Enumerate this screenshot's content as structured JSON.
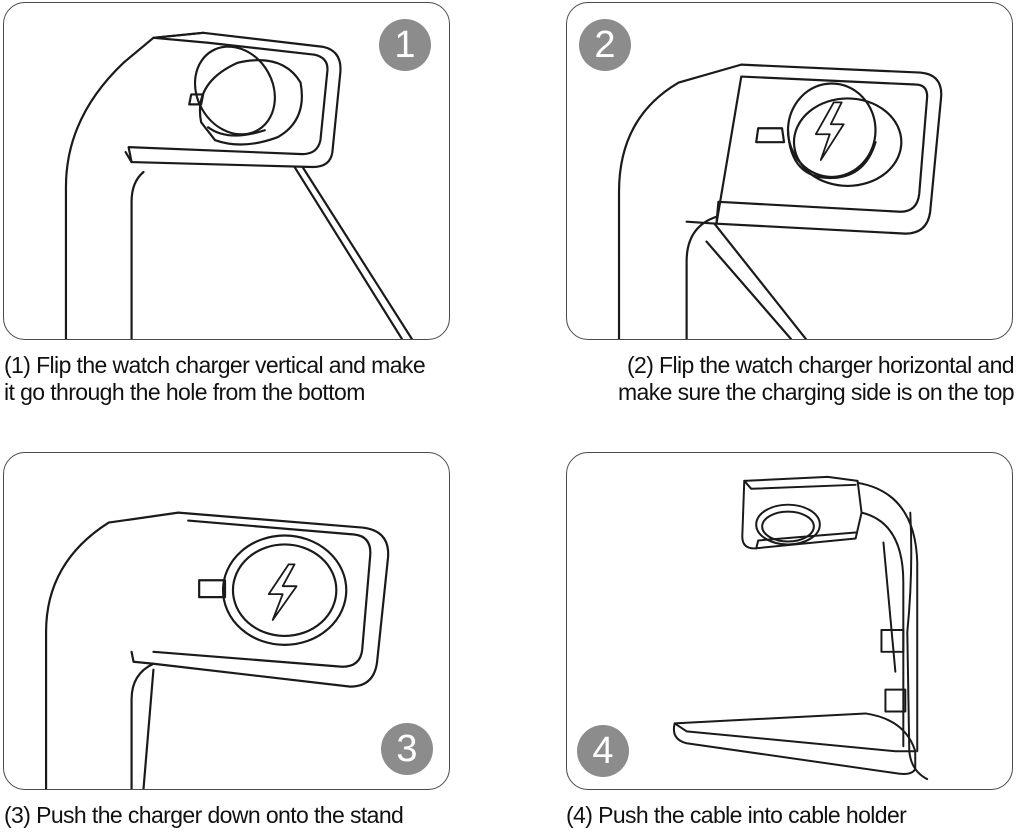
{
  "steps": [
    {
      "badge": "1",
      "caption_line1": "(1) Flip the watch charger vertical and make",
      "caption_line2": "it go through the hole from the bottom"
    },
    {
      "badge": "2",
      "caption_line1": "(2) Flip the watch charger horizontal and",
      "caption_line2": "make sure the charging side is on the top"
    },
    {
      "badge": "3",
      "caption_line1": "(3) Push the charger down onto the stand",
      "caption_line2": ""
    },
    {
      "badge": "4",
      "caption_line1": "(4) Push the cable into cable holder",
      "caption_line2": ""
    }
  ],
  "colors": {
    "badge_bg": "#8c8c8c",
    "badge_text": "#ffffff",
    "line_art": "#1a1a1a",
    "panel_border": "#4a4a4a"
  },
  "icons": [
    "lightning-bolt-icon"
  ]
}
